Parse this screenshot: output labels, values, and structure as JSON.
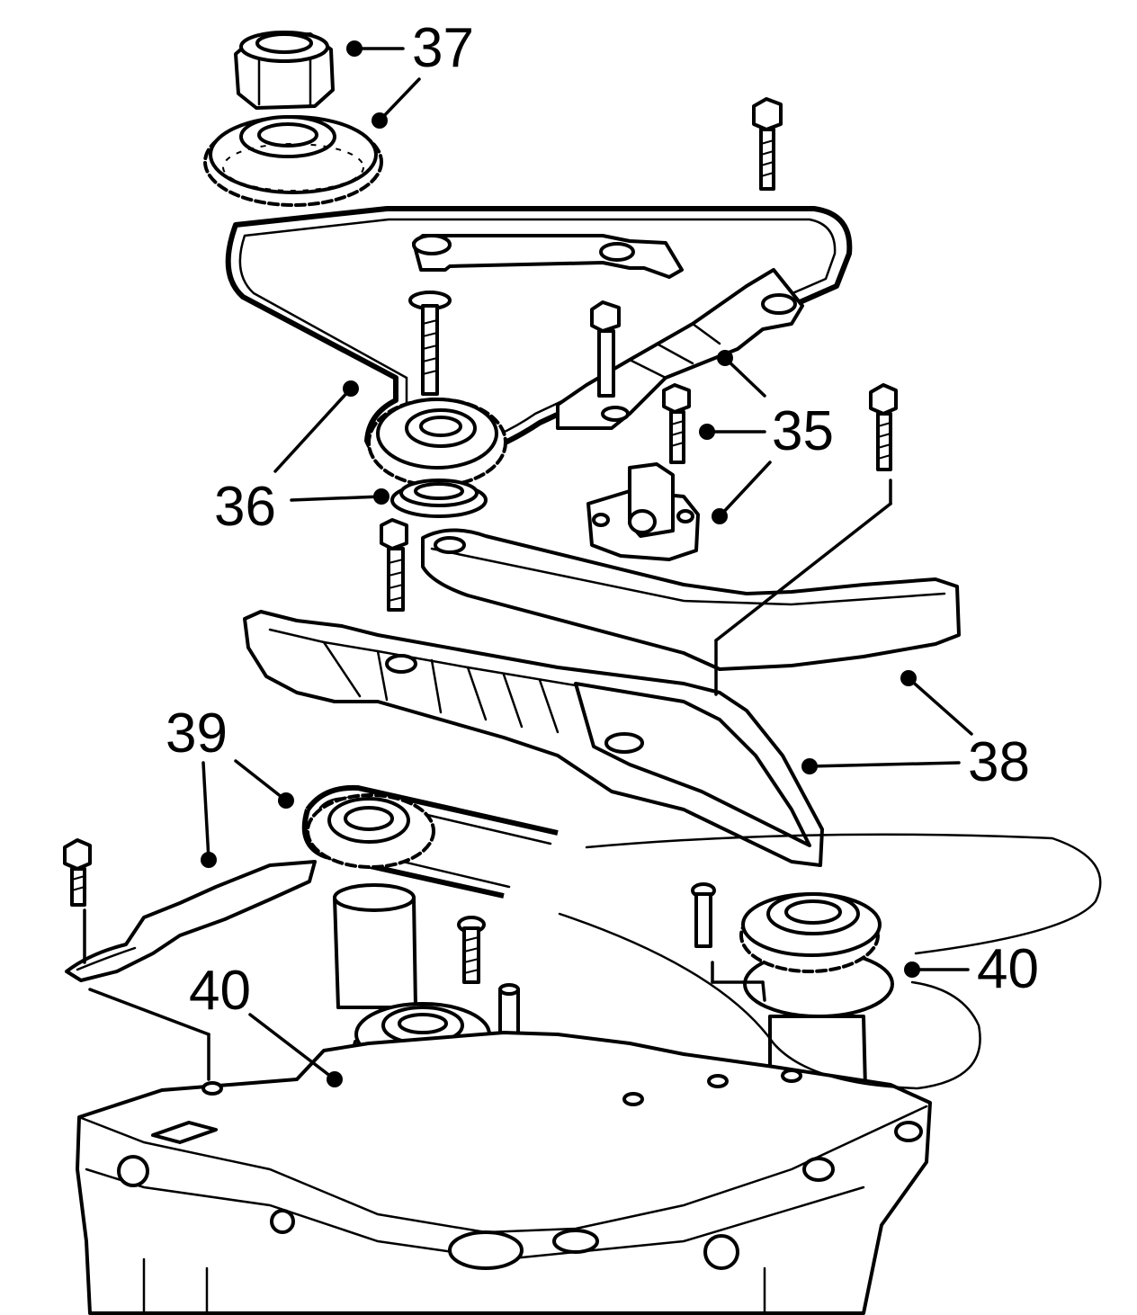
{
  "callouts": {
    "c37": "37",
    "c35a": "35",
    "c36": "36",
    "c39": "39",
    "c38": "38",
    "c40_right": "40",
    "c40_left": "40"
  },
  "colors": {
    "line": "#000000",
    "background": "#ffffff"
  }
}
